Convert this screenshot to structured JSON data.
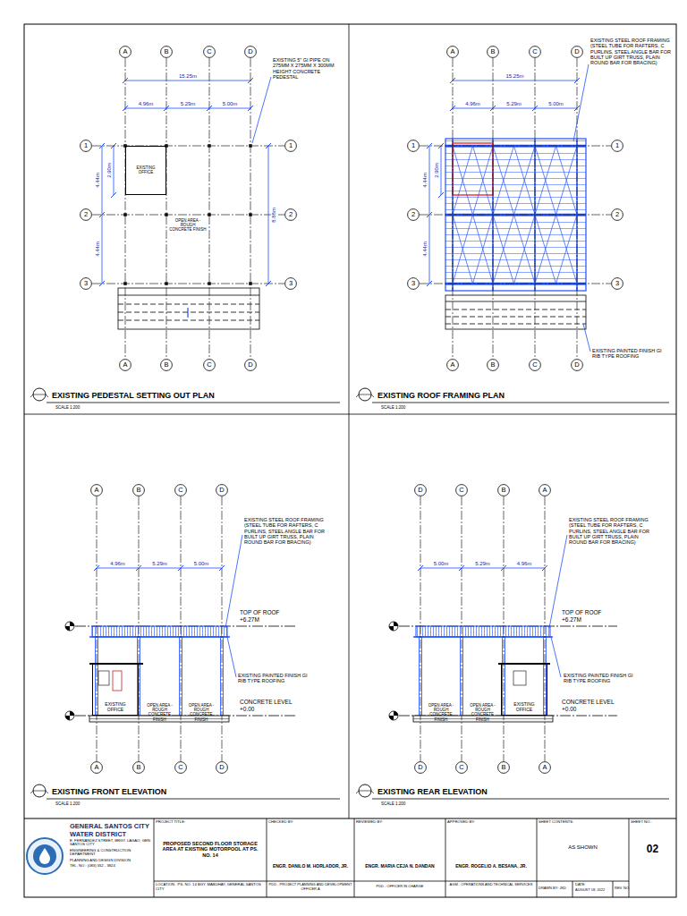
{
  "diagram": {
    "nodes": [
      {
        "text": [
          "A"
        ]
      },
      {
        "text": [
          "B"
        ]
      },
      {
        "text": [
          "C"
        ]
      },
      {
        "text": [
          "D"
        ]
      },
      {
        "text": [
          "1"
        ]
      },
      {
        "text": [
          "1"
        ]
      },
      {
        "text": [
          "2"
        ]
      },
      {
        "text": [
          "2"
        ]
      },
      {
        "text": [
          "3"
        ]
      },
      {
        "text": [
          "3"
        ]
      },
      {
        "text": [
          "A"
        ]
      },
      {
        "text": [
          "B"
        ]
      },
      {
        "text": [
          "C"
        ]
      },
      {
        "text": [
          "D"
        ]
      },
      {
        "text": [
          "EXISTING OFFICE"
        ]
      },
      {
        "text": [
          "A"
        ]
      },
      {
        "text": [
          "B"
        ]
      },
      {
        "text": [
          "C"
        ]
      },
      {
        "text": [
          "D"
        ]
      },
      {
        "text": [
          "1"
        ]
      },
      {
        "text": [
          "1"
        ]
      },
      {
        "text": [
          "2"
        ]
      },
      {
        "text": [
          "2"
        ]
      },
      {
        "text": [
          "3"
        ]
      },
      {
        "text": [
          "3"
        ]
      },
      {
        "text": [
          "A"
        ]
      },
      {
        "text": [
          "B"
        ]
      },
      {
        "text": [
          "C"
        ]
      },
      {
        "text": [
          "D"
        ]
      },
      {
        "text": [
          "A"
        ]
      },
      {
        "text": [
          "B"
        ]
      },
      {
        "text": [
          "C"
        ]
      },
      {
        "text": [
          "D"
        ]
      },
      {
        "text": [
          "EXISTING OFFICE"
        ]
      },
      {
        "text": [
          "A"
        ]
      },
      {
        "text": [
          "B"
        ]
      },
      {
        "text": [
          "C"
        ]
      },
      {
        "text": [
          "D"
        ]
      },
      {
        "text": [
          "D"
        ]
      },
      {
        "text": [
          "C"
        ]
      },
      {
        "text": [
          "B"
        ]
      },
      {
        "text": [
          "A"
        ]
      },
      {
        "text": [
          "EXISTING OFFICE"
        ]
      },
      {
        "text": [
          "D"
        ]
      },
      {
        "text": [
          "C"
        ]
      },
      {
        "text": [
          "B"
        ]
      },
      {
        "text": [
          "A"
        ]
      }
    ],
    "edges": [
      {
        "from": 0,
        "to": 10,
        "arrow": "none"
      },
      {
        "from": 1,
        "to": 11,
        "arrow": "none"
      },
      {
        "from": 2,
        "to": 12,
        "arrow": "none"
      },
      {
        "from": 3,
        "to": 13,
        "arrow": "none"
      },
      {
        "from": 4,
        "to": 5,
        "arrow": "none"
      },
      {
        "from": 6,
        "to": 7,
        "arrow": "none"
      },
      {
        "from": 8,
        "to": 9,
        "arrow": "none"
      },
      {
        "from": 15,
        "to": 25,
        "arrow": "none"
      },
      {
        "from": 16,
        "to": 26,
        "arrow": "none"
      },
      {
        "from": 17,
        "to": 27,
        "arrow": "none"
      },
      {
        "from": 18,
        "to": 28,
        "arrow": "none"
      },
      {
        "from": 19,
        "to": 20,
        "arrow": "none"
      },
      {
        "from": 21,
        "to": 22,
        "arrow": "none"
      },
      {
        "from": 23,
        "to": 24,
        "arrow": "none"
      },
      {
        "from": 29,
        "to": 34,
        "arrow": "none"
      },
      {
        "from": 30,
        "to": 35,
        "arrow": "none"
      },
      {
        "from": 31,
        "to": 36,
        "arrow": "none"
      },
      {
        "from": 32,
        "to": 37,
        "arrow": "none"
      },
      {
        "from": 38,
        "to": 43,
        "arrow": "none"
      },
      {
        "from": 39,
        "to": 44,
        "arrow": "none"
      },
      {
        "from": 40,
        "to": 45,
        "arrow": "none"
      },
      {
        "from": 41,
        "to": 46,
        "arrow": "none"
      }
    ],
    "labels": [
      "15.25m",
      "4.96m",
      "5.29m",
      "5.00m",
      "2.90m",
      "4.44m",
      "4.44m",
      "8.88m",
      "EXISTING 5\" GI PIPE ON 275MM X 275MM X 300MM HEIGHT CONCRETE PEDESTAL",
      "OPEN AREA - ROUGH CONCRETE FINISH",
      "EXISTING PEDESTAL SETTING OUT PLAN",
      "SCALE 1:200",
      "15.25m",
      "4.96m",
      "5.29m",
      "5.00m",
      "2.90m",
      "4.44m",
      "4.44m",
      "EXISTING STEEL ROOF FRAMING (STEEL TUBE FOR RAFTERS, C PURLINS, STEEL ANGLE BAR FOR BUILT UP GIRT TRUSS, PLAIN ROUND BAR FOR BRACING)",
      "EXISTING PAINTED FINISH GI RIB TYPE ROOFING",
      "EXISTING ROOF FRAMING PLAN",
      "SCALE 1:200",
      "4.96m",
      "5.29m",
      "5.00m",
      "EXISTING STEEL ROOF FRAMING (STEEL TUBE FOR RAFTERS, C PURLINS, STEEL ANGLE BAR FOR BUILT UP GIRT TRUSS, PLAIN ROUND BAR FOR BRACING)",
      "TOP OF ROOF",
      "+6.27M",
      "EXISTING PAINTED FINISH GI RIB TYPE ROOFING",
      "CONCRETE LEVEL",
      "+0.00",
      "OPEN AREA - ROUGH CONCRETE FINISH",
      "OPEN AREA - ROUGH CONCRETE FINISH",
      "EXISTING FRONT ELEVATION",
      "SCALE 1:200",
      "5.00m",
      "5.29m",
      "4.96m",
      "EXISTING STEEL ROOF FRAMING (STEEL TUBE FOR RAFTERS, C PURLINS, STEEL ANGLE BAR FOR BUILT UP GIRT TRUSS, PLAIN ROUND BAR FOR BRACING)",
      "TOP OF ROOF",
      "+6.27M",
      "EXISTING PAINTED FINISH GI RIB TYPE ROOFING",
      "CONCRETE LEVEL",
      "+0.00",
      "OPEN AREA - ROUGH CONCRETE FINISH",
      "OPEN AREA - ROUGH CONCRETE FINISH",
      "EXISTING REAR ELEVATION",
      "SCALE 1:200",
      "GENERAL SANTOS CITY WATER DISTRICT",
      "E. FERNANDEZ STREET, BRGY. LAGAO, GEN. SANTOS CITY",
      "ENGINEERING & CONSTRUCTION DEPARTMENT",
      "PLANNING AND DESIGN DIVISION",
      "TEL. NO.: (083) 552 - 3824",
      "PROJECT TITLE:",
      "PROPOSED SECOND FLOOR STORAGE AREA AT EXISTING MOTORPOOL AT PS. NO. 14",
      "LOCATION : PS. NO. 14 BGY. MABUHAY, GENERAL SANTOS CITY",
      "CHECKED BY:",
      "ENGR. DANILO M. HORLADOR, JR.",
      "PDD - PROJECT PLANNING AND DEVELOPMENT OFFICER A",
      "REVIEWED BY:",
      "ENGR. MARIA CEJA N. DANDAN",
      "PDD - OFFICER IN CHARGE",
      "APPROVED BY:",
      "ENGR. ROGELIO A. BESANA, JR.",
      "AGM - OPERATIONS AND TECHNICAL SERVICES",
      "SHEET CONTENTS:",
      "AS SHOWN",
      "SHEET NO.:",
      "02",
      "DRAWN BY: JKD",
      "DATE:",
      "AUGUST 18, 2022",
      "REV. NO."
    ]
  }
}
